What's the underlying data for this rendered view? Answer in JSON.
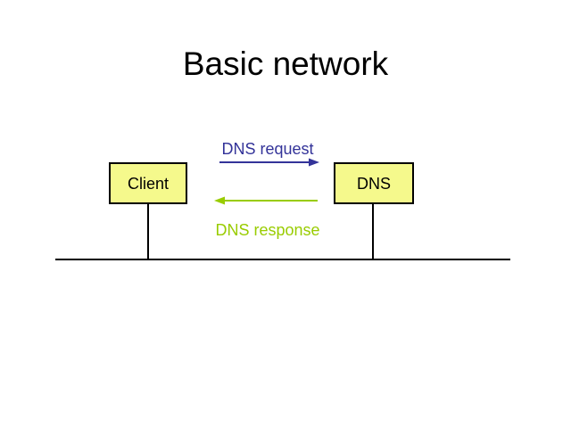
{
  "slide": {
    "title": "Basic network",
    "background_color": "#ffffff",
    "title_color": "#000000"
  },
  "nodes": [
    {
      "id": "client",
      "label": "Client",
      "fill_color": "#f5f98c",
      "border_color": "#000000",
      "text_color": "#000000"
    },
    {
      "id": "dns",
      "label": "DNS",
      "fill_color": "#f5f98c",
      "border_color": "#000000",
      "text_color": "#000000"
    }
  ],
  "flows": [
    {
      "id": "request",
      "label": "DNS request",
      "color": "#333399",
      "direction": "right",
      "from": "Client",
      "to": "DNS"
    },
    {
      "id": "response",
      "label": "DNS response",
      "color": "#99cc00",
      "direction": "left",
      "from": "DNS",
      "to": "Client"
    }
  ],
  "network": {
    "bus_line_color": "#000000",
    "drop_line_color": "#000000"
  }
}
